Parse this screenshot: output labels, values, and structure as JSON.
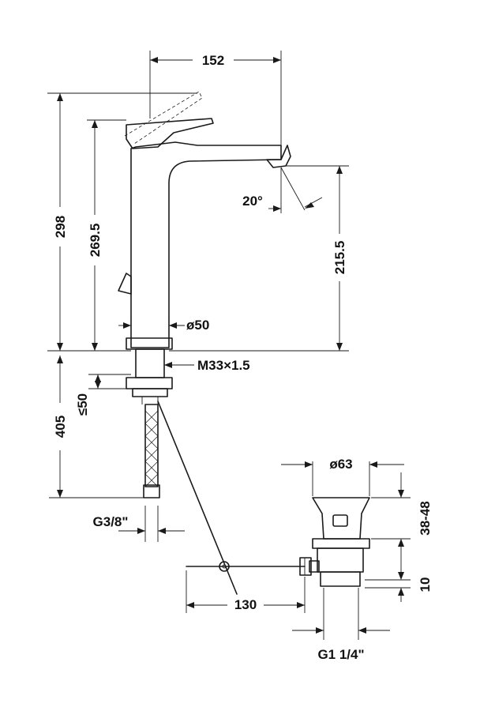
{
  "labels": {
    "width_152": "152",
    "height_298": "298",
    "height_269_5": "269.5",
    "angle_20": "20°",
    "height_215_5": "215.5",
    "diameter_50": "ø50",
    "thread_m33": "M33×1.5",
    "max_50": "≤50",
    "length_405": "405",
    "thread_g38": "G3/8\"",
    "diameter_63": "ø63",
    "range_38_48": "38-48",
    "rod_130": "130",
    "dim_10": "10",
    "thread_g114": "G1 1/4\""
  }
}
